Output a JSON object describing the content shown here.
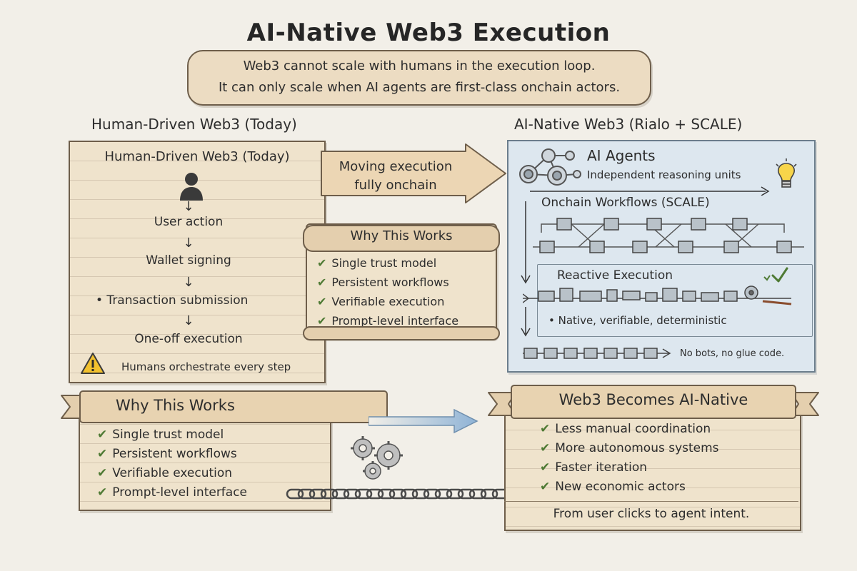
{
  "title": "AI-Native Web3 Execution",
  "tagline": {
    "line1": "Web3 cannot scale with humans in the execution loop.",
    "line2": "It can only scale when AI agents are first-class onchain actors."
  },
  "left_heading": "Human-Driven Web3 (Today)",
  "right_heading": "AI-Native Web3 (Rialo + SCALE)",
  "human_panel": {
    "title": "Human-Driven Web3 (Today)",
    "steps": [
      "User action",
      "Wallet signing",
      "• Transaction submission",
      "One-off execution"
    ],
    "warning": "Humans orchestrate every step"
  },
  "center_arrow": {
    "line1": "Moving execution",
    "line2": "fully onchain"
  },
  "why_small": {
    "title": "Why This Works",
    "items": [
      "Single trust model",
      "Persistent workflows",
      "Verifiable execution",
      "Prompt-level interface"
    ]
  },
  "ai_panel": {
    "agents_title": "AI Agents",
    "agents_sub": "Independent reasoning units",
    "workflows_title": "Onchain Workflows (SCALE)",
    "reactive_title": "Reactive Execution",
    "reactive_bullet": "• Native, verifiable, deterministic",
    "footer": "No bots, no glue code."
  },
  "why_big": {
    "title": "Why This Works",
    "items": [
      "Single trust model",
      "Persistent workflows",
      "Verifiable execution",
      "Prompt-level interface"
    ]
  },
  "becomes": {
    "title": "Web3 Becomes AI-Native",
    "items": [
      "Less manual coordination",
      "More autonomous systems",
      "Faster iteration",
      "New economic actors"
    ],
    "footer": "From user clicks to agent intent."
  },
  "colors": {
    "paper": "#efe3cc",
    "blue_panel": "#dde7ef",
    "check_green": "#4e7a34",
    "arrow_blue": "#8fb3d6",
    "warning_yellow": "#f2c12e"
  },
  "icons": [
    "person-icon",
    "warning-icon",
    "lightbulb-icon",
    "agent-network-icon",
    "gears-icon",
    "chain-icon",
    "check-icon"
  ]
}
